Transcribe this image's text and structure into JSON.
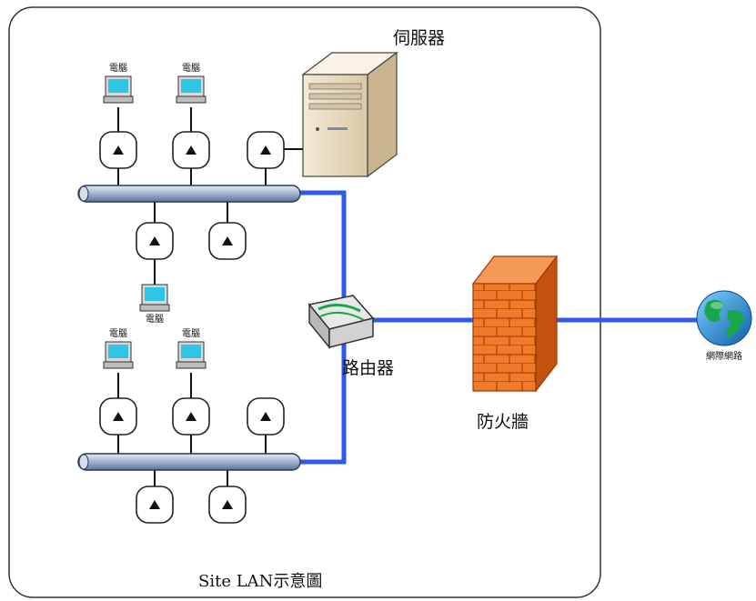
{
  "diagram": {
    "title": "Site LAN示意圖",
    "server_label": "伺服器",
    "router_label": "路由器",
    "firewall_label": "防火牆",
    "internet_label": "網際網路",
    "pc_label": "電腦",
    "colors": {
      "link": "#2f57f2",
      "bus_fill": "#b8c7dc",
      "bus_stroke": "#2b3a55",
      "firewall": "#e86a1f",
      "globe_ocean": "#1e8fd6",
      "globe_land": "#1aa64a"
    },
    "icons": [
      "server-icon",
      "router-icon",
      "firewall-icon",
      "globe-icon",
      "computer-icon",
      "port-icon"
    ]
  }
}
